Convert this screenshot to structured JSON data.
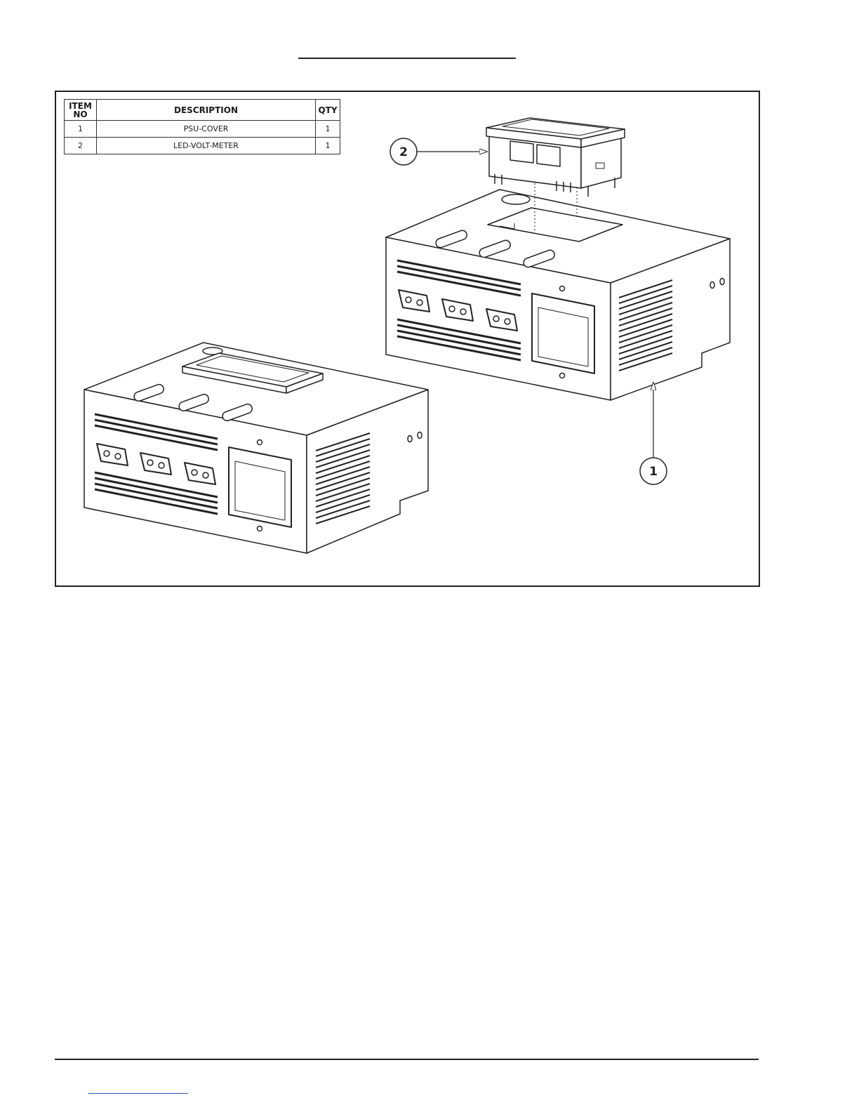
{
  "bom": {
    "headers": {
      "item": "ITEM NO",
      "item_line1": "ITEM",
      "item_line2": "NO",
      "description": "DESCRIPTION",
      "qty": "QTY"
    },
    "rows": [
      {
        "item": "1",
        "description": "PSU-COVER",
        "qty": "1"
      },
      {
        "item": "2",
        "description": "LED-VOLT-METER",
        "qty": "1"
      }
    ]
  },
  "callouts": {
    "led_volt_meter": "2",
    "psu_cover": "1"
  },
  "colors": {
    "line": "#222222",
    "link": "#2b50c8",
    "background": "#ffffff"
  }
}
